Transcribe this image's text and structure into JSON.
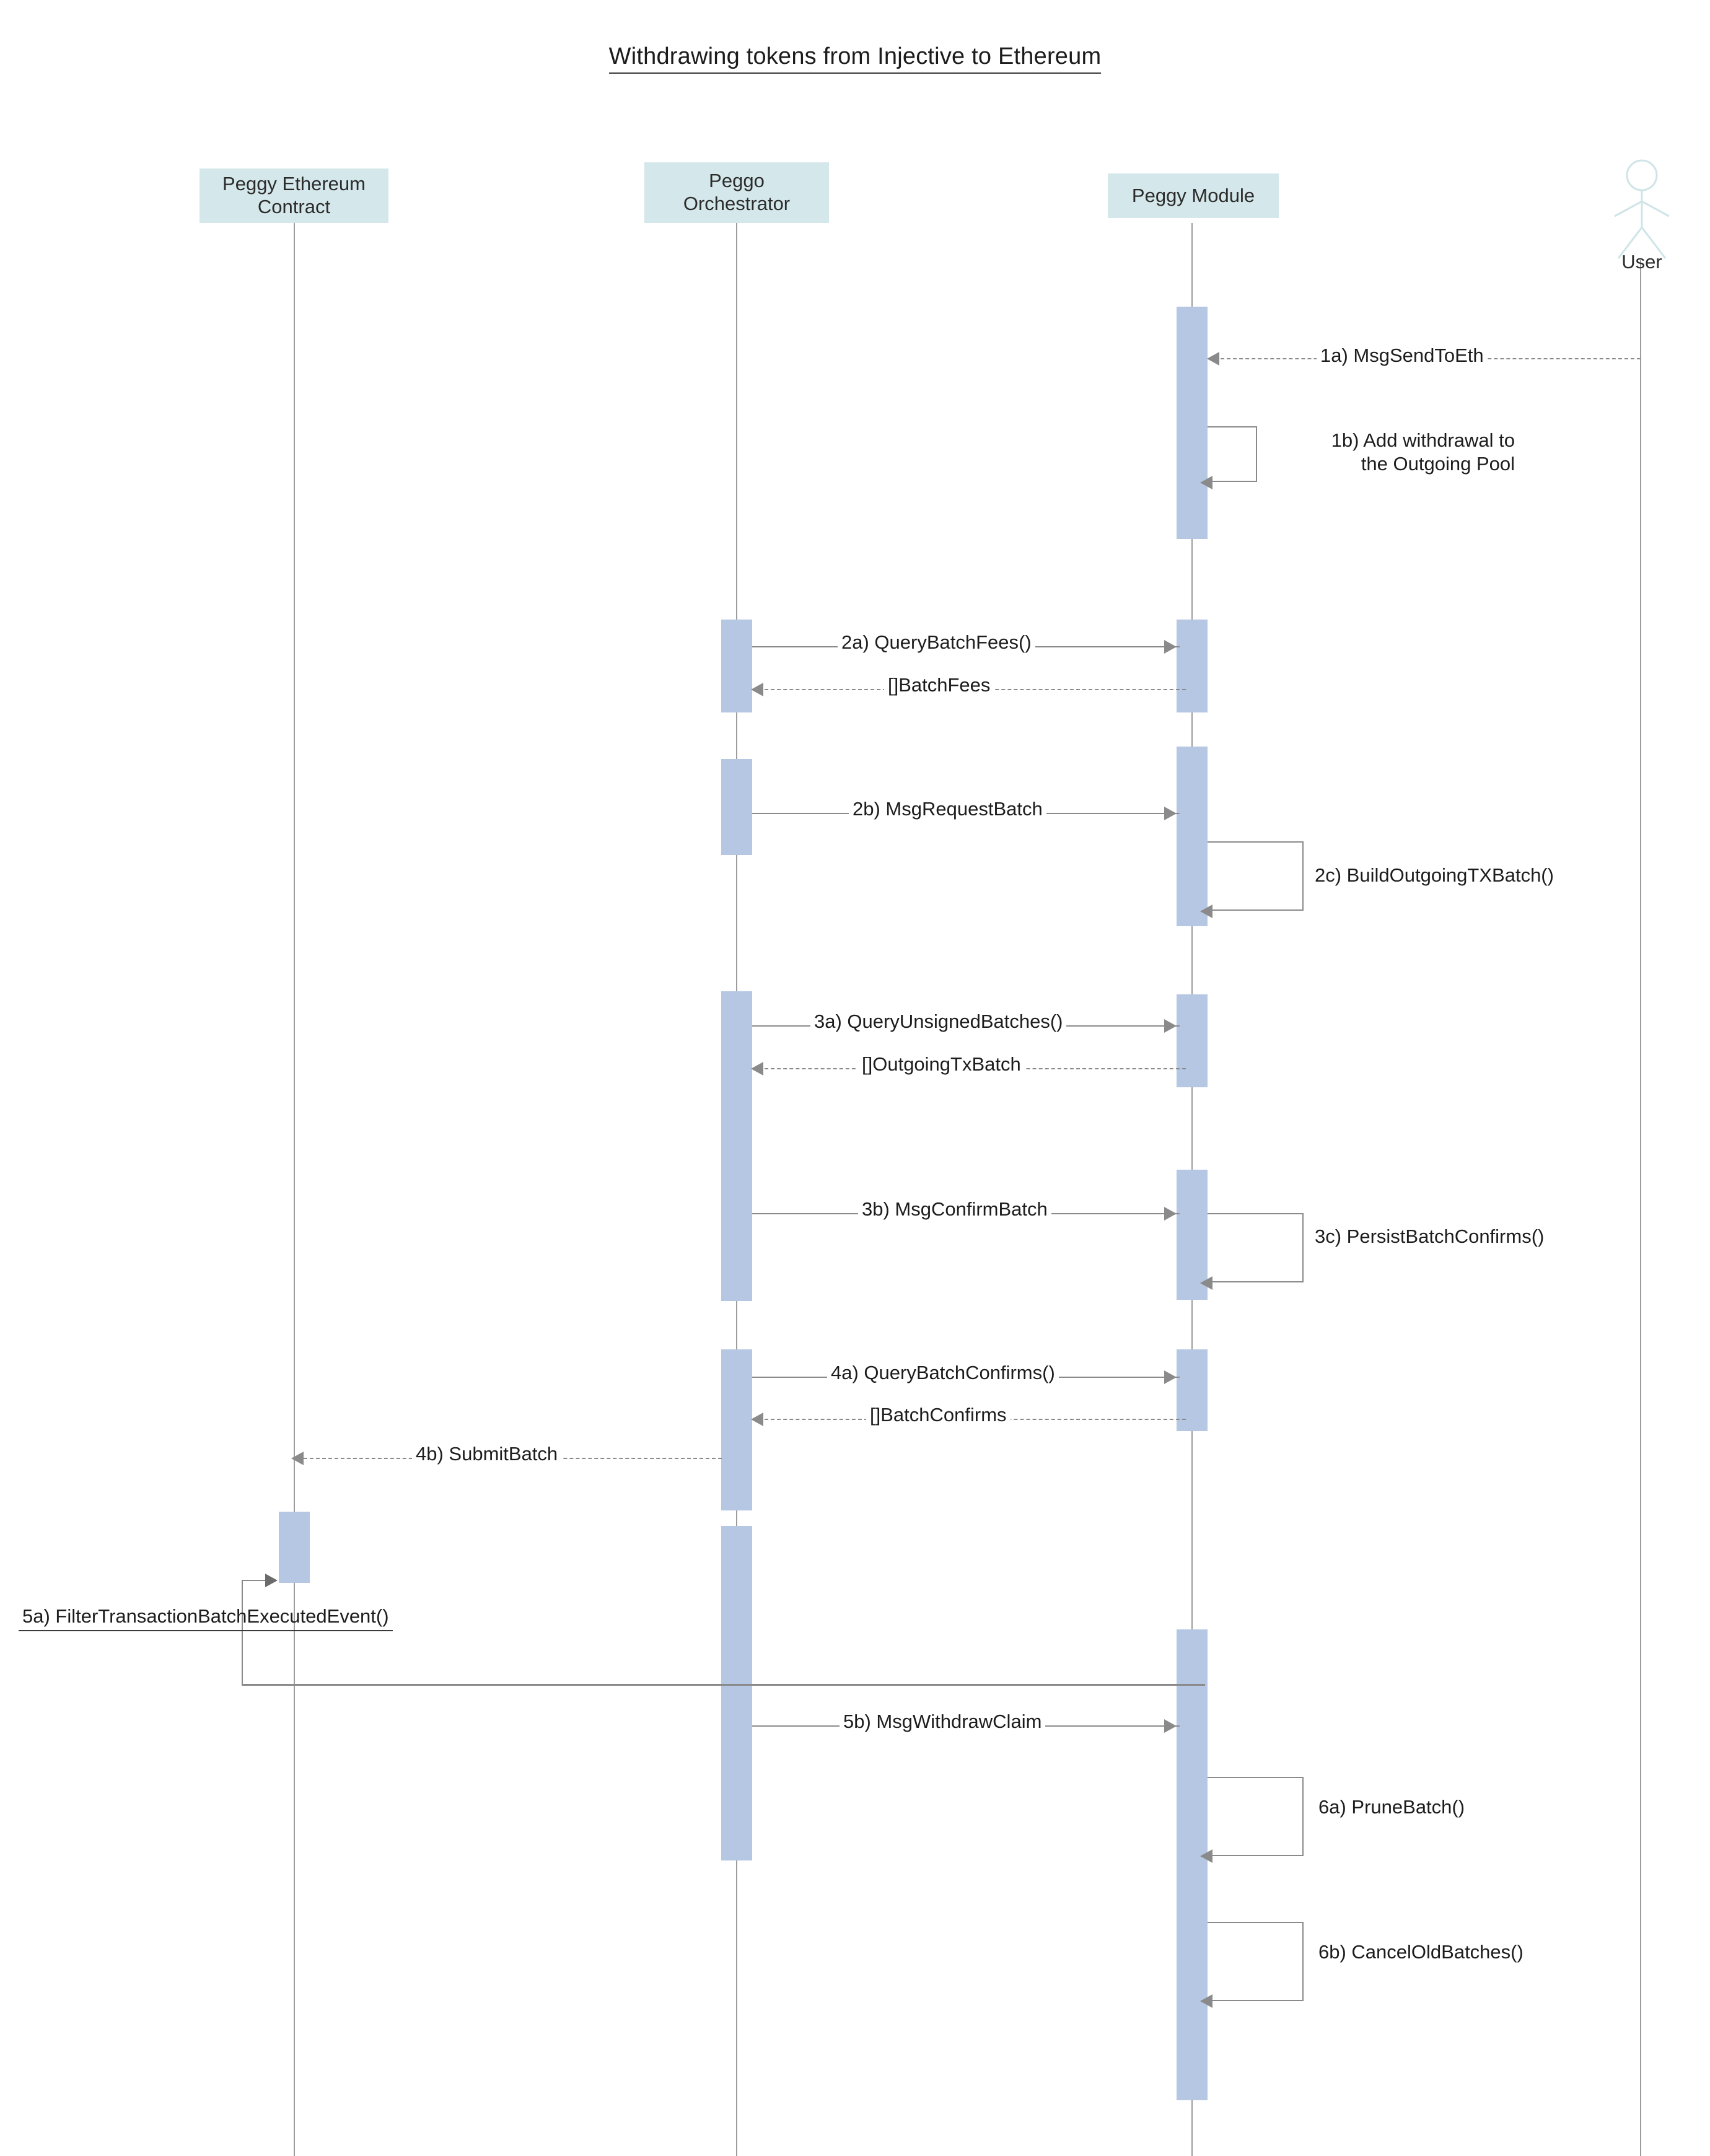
{
  "title": "Withdrawing tokens from Injective to Ethereum",
  "colors": {
    "participant_box": "#d4e7ea",
    "activation": "#b5c7e3",
    "lifeline": "#9d9d9d",
    "arrow": "#8a8a8a",
    "text": "#1c1c1c",
    "actor": "#cfe4e8"
  },
  "participants": [
    {
      "id": "peggy-ethereum-contract",
      "label": "Peggy Ethereum\nContract",
      "label_line1": "Peggy Ethereum",
      "label_line2": "Contract",
      "type": "box"
    },
    {
      "id": "peggo-orchestrator",
      "label": "Peggo\nOrchestrator",
      "label_line1": "Peggo",
      "label_line2": "Orchestrator",
      "type": "box"
    },
    {
      "id": "peggy-module",
      "label": "Peggy Module",
      "label_line1": "Peggy Module",
      "label_line2": "",
      "type": "box"
    },
    {
      "id": "user",
      "label": "User",
      "label_line1": "User",
      "label_line2": "",
      "type": "actor"
    }
  ],
  "messages": [
    {
      "id": "1a",
      "label": "1a) MsgSendToEth",
      "from": "user",
      "to": "peggy-module",
      "style": "dashed",
      "direction": "left"
    },
    {
      "id": "1b",
      "label_line1": "1b) Add withdrawal to",
      "label_line2": "the Outgoing Pool",
      "label": "1b) Add withdrawal to the Outgoing Pool",
      "from": "peggy-module",
      "to": "peggy-module",
      "style": "solid",
      "direction": "self"
    },
    {
      "id": "2a",
      "label": "2a) QueryBatchFees()",
      "from": "peggo-orchestrator",
      "to": "peggy-module",
      "style": "solid",
      "direction": "right"
    },
    {
      "id": "2a-return",
      "label": "[]BatchFees",
      "from": "peggy-module",
      "to": "peggo-orchestrator",
      "style": "dashed",
      "direction": "left"
    },
    {
      "id": "2b",
      "label": "2b) MsgRequestBatch",
      "from": "peggo-orchestrator",
      "to": "peggy-module",
      "style": "solid",
      "direction": "right"
    },
    {
      "id": "2c",
      "label": "2c) BuildOutgoingTXBatch()",
      "from": "peggy-module",
      "to": "peggy-module",
      "style": "solid",
      "direction": "self"
    },
    {
      "id": "3a",
      "label": "3a) QueryUnsignedBatches()",
      "from": "peggo-orchestrator",
      "to": "peggy-module",
      "style": "solid",
      "direction": "right"
    },
    {
      "id": "3a-return",
      "label": "[]OutgoingTxBatch",
      "from": "peggy-module",
      "to": "peggo-orchestrator",
      "style": "dashed",
      "direction": "left"
    },
    {
      "id": "3b",
      "label": "3b) MsgConfirmBatch",
      "from": "peggo-orchestrator",
      "to": "peggy-module",
      "style": "solid",
      "direction": "right"
    },
    {
      "id": "3c",
      "label": "3c) PersistBatchConfirms()",
      "from": "peggy-module",
      "to": "peggy-module",
      "style": "solid",
      "direction": "self"
    },
    {
      "id": "4a",
      "label": "4a) QueryBatchConfirms()",
      "from": "peggo-orchestrator",
      "to": "peggy-module",
      "style": "solid",
      "direction": "right"
    },
    {
      "id": "4a-return",
      "label": "[]BatchConfirms",
      "from": "peggy-module",
      "to": "peggo-orchestrator",
      "style": "dashed",
      "direction": "left"
    },
    {
      "id": "4b",
      "label": "4b) SubmitBatch",
      "from": "peggo-orchestrator",
      "to": "peggy-ethereum-contract",
      "style": "dashed",
      "direction": "left"
    },
    {
      "id": "5a",
      "label": "5a) FilterTransactionBatchExecutedEvent()",
      "from": "peggo-orchestrator",
      "to": "peggy-ethereum-contract",
      "style": "solid",
      "direction": "routed"
    },
    {
      "id": "5b",
      "label": "5b) MsgWithdrawClaim",
      "from": "peggo-orchestrator",
      "to": "peggy-module",
      "style": "solid",
      "direction": "right"
    },
    {
      "id": "6a",
      "label": "6a) PruneBatch()",
      "from": "peggy-module",
      "to": "peggy-module",
      "style": "solid",
      "direction": "self"
    },
    {
      "id": "6b",
      "label": "6b) CancelOldBatches()",
      "from": "peggy-module",
      "to": "peggy-module",
      "style": "solid",
      "direction": "self"
    }
  ]
}
